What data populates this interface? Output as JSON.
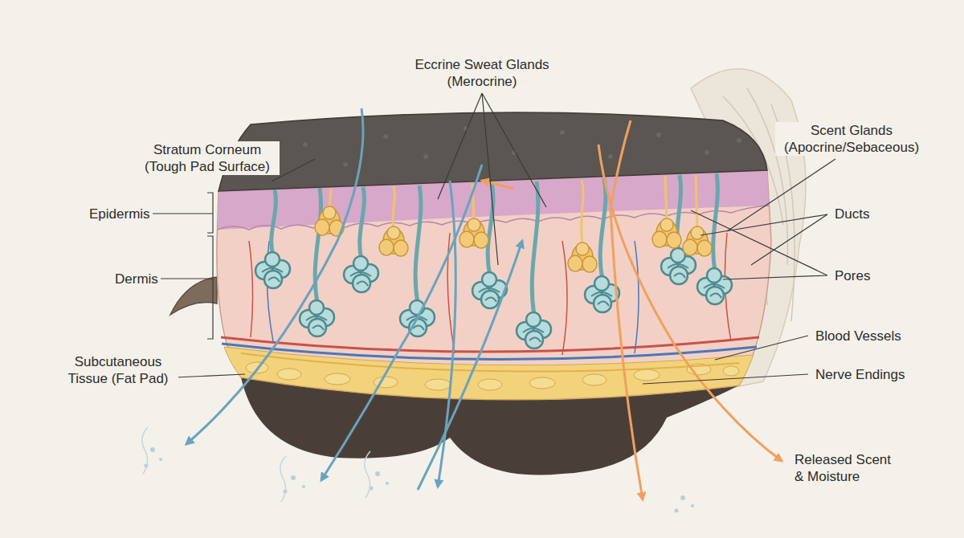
{
  "diagram": {
    "labels": [
      "Stratum Corneum (Tough Pad Surface)",
      "Eccrine Sweat Glands (Merocrine)",
      "Scent Glands (Apocrine/Sebaceous)",
      "Epidermis",
      "Ducts",
      "Dermis",
      "Pores",
      "Blood Vessels",
      "Subcutaneous Tissue (Fat Pad)",
      "Nerve Endings",
      "Released Scent & Moisture"
    ]
  }
}
